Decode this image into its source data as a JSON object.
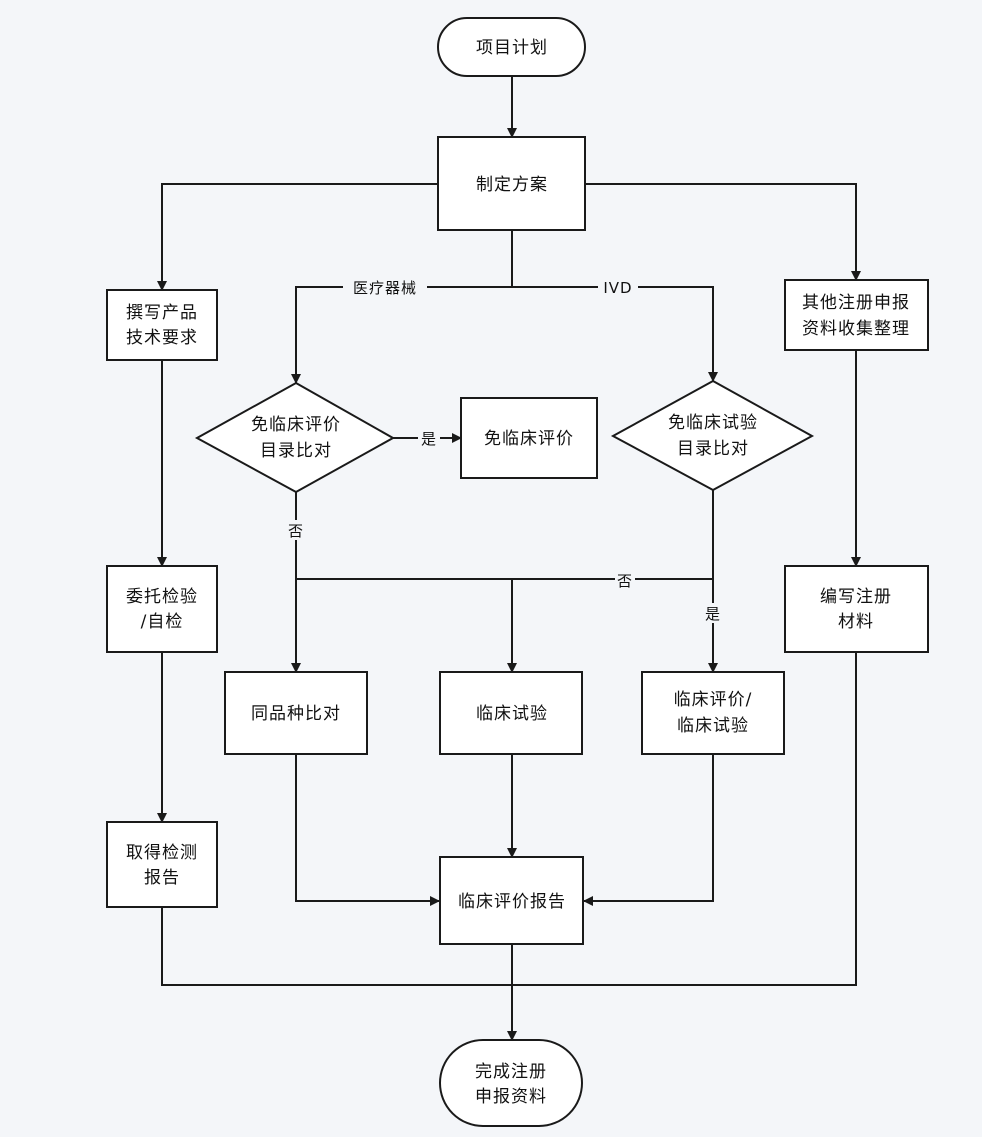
{
  "nodes": {
    "start": "项目计划",
    "plan": "制定方案",
    "tech_req": [
      "撰写产品",
      "技术要求"
    ],
    "entrust_test": [
      "委托检验",
      "/自检"
    ],
    "test_report": [
      "取得检测",
      "报告"
    ],
    "exempt_catalog_device": [
      "免临床评价",
      "目录比对"
    ],
    "exempt_eval": "免临床评价",
    "exempt_catalog_ivd": [
      "免临床试验",
      "目录比对"
    ],
    "same_variety": "同品种比对",
    "clinical_trial": "临床试验",
    "eval_or_trial": [
      "临床评价/",
      "临床试验"
    ],
    "clinical_report": "临床评价报告",
    "other_materials": [
      "其他注册申报",
      "资料收集整理"
    ],
    "write_materials": [
      "编写注册",
      "材料"
    ],
    "finish": [
      "完成注册",
      "申报资料"
    ]
  },
  "edge_labels": {
    "device": "医疗器械",
    "ivd": "IVD",
    "yes": "是",
    "no": "否"
  }
}
